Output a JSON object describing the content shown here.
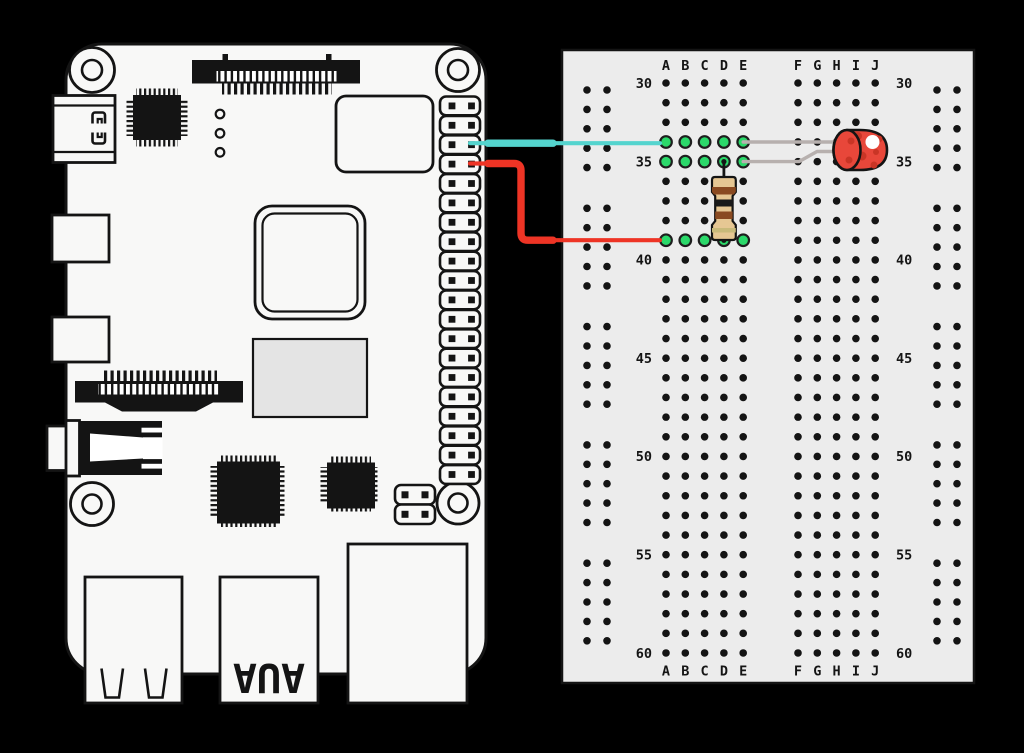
{
  "diagram": {
    "description": "Raspberry Pi to breadboard LED circuit wiring diagram"
  },
  "pi": {
    "usb2_label": "AUA",
    "board_fill": "#f8f8f7",
    "outline": "#141414",
    "ram_fill": "#e4e4e4"
  },
  "breadboard": {
    "bg": "#ececec",
    "outline": "#141414",
    "dot_color": "#141414",
    "label_color": "#141414",
    "column_groups": [
      [
        "A",
        "B",
        "C",
        "D",
        "E"
      ],
      [
        "F",
        "G",
        "H",
        "I",
        "J"
      ]
    ],
    "row_labels": [
      {
        "index": 0,
        "text": "30"
      },
      {
        "index": 4,
        "text": "35"
      },
      {
        "index": 9,
        "text": "40"
      },
      {
        "index": 14,
        "text": "45"
      },
      {
        "index": 19,
        "text": "50"
      },
      {
        "index": 24,
        "text": "55"
      },
      {
        "index": 29,
        "text": "60"
      }
    ],
    "green_rows": [
      {
        "row_index": 3,
        "columns": [
          "A",
          "B",
          "C",
          "D",
          "E"
        ]
      },
      {
        "row_index": 4,
        "columns": [
          "A",
          "B",
          "C",
          "D",
          "E"
        ]
      },
      {
        "row_index": 8,
        "columns": [
          "A",
          "B",
          "C",
          "D",
          "E"
        ]
      }
    ],
    "hole_green": "#2bd96a"
  },
  "components": {
    "wires": [
      {
        "name": "gpio-signal-wire",
        "color": "#54d4ce",
        "from": "GPIO pin row 3",
        "to": "A row34"
      },
      {
        "name": "ground-wire",
        "color": "#ee3425",
        "from": "GPIO pin row 4",
        "to": "A row39"
      }
    ],
    "resistor": {
      "column": "D",
      "from_row_index": 4,
      "to_row_index": 8,
      "body_color": "#e6c793",
      "lead_color": "#141414",
      "bands": [
        "#8a4a21",
        "#1a1a1a",
        "#8a4a21",
        "#c9ba7a"
      ]
    },
    "led": {
      "color": "#e8473a",
      "speckle": "#c93526",
      "highlight": "#ffffff",
      "lead_color": "#b7b0ae",
      "rows": [
        3,
        4
      ]
    }
  }
}
